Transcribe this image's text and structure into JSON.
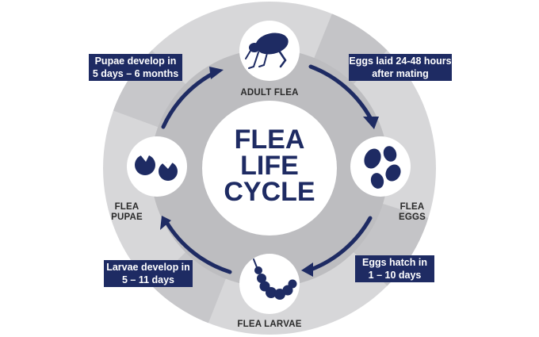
{
  "title": [
    "FLEA",
    "LIFE",
    "CYCLE"
  ],
  "stages": {
    "adult": "ADULT FLEA",
    "eggs": [
      "FLEA",
      "EGGS"
    ],
    "larvae": "FLEA LARVAE",
    "pupae": [
      "FLEA",
      "PUPAE"
    ]
  },
  "transitions": {
    "pupae_to_adult": [
      "Pupae develop in",
      "5 days – 6 months"
    ],
    "adult_to_eggs": [
      "Eggs laid 24-48 hours",
      "after mating"
    ],
    "eggs_to_larvae": [
      "Eggs hatch in",
      "1 – 10 days"
    ],
    "larvae_to_pupae": [
      "Larvae develop in",
      "5 – 11 days"
    ]
  },
  "colors": {
    "navy": "#1e2b63",
    "ring_light": "#d7d7d9",
    "ring_dark": "#bdbdc0",
    "white": "#ffffff"
  },
  "icons": {
    "adult": "flea-icon",
    "eggs": "eggs-icon",
    "larvae": "larva-icon",
    "pupae": "pupae-icon"
  }
}
